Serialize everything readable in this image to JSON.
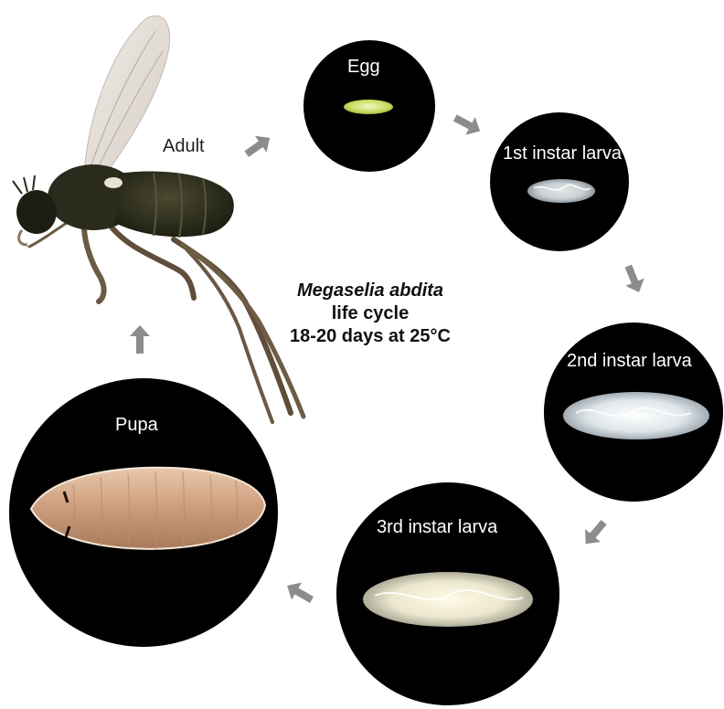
{
  "title": {
    "species": "Megaselia abdita",
    "line2": "life cycle",
    "line3": "18-20 days at 25°C"
  },
  "stages": {
    "adult": "Adult",
    "egg": "Egg",
    "first_instar": "1st instar larva",
    "second_instar": "2nd instar larva",
    "third_instar": "3rd instar larva",
    "pupa": "Pupa"
  },
  "colors": {
    "background": "#ffffff",
    "circle": "#000000",
    "arrow": "#8c8c8c",
    "egg": "#c9e06a",
    "larva": "#e8ecef",
    "pupa": "#c89a78",
    "fly_body": "#2a2a1c",
    "fly_legs": "#6a5a45",
    "wing": "#d8d2cc"
  }
}
